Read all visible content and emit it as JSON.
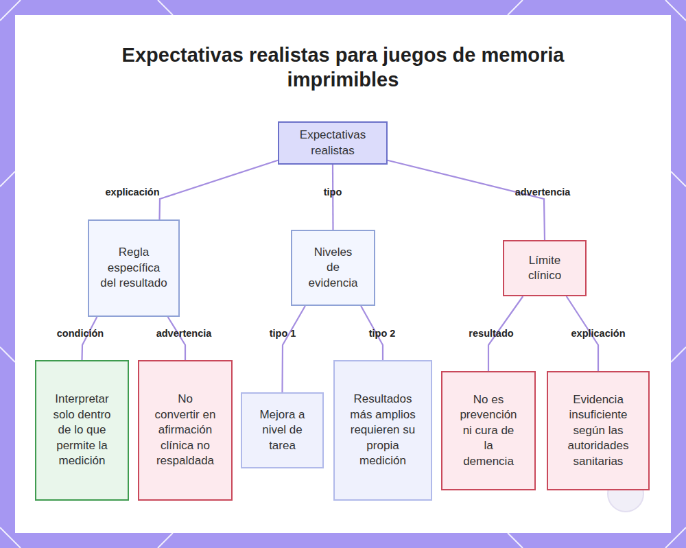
{
  "diagram": {
    "title": "Expectativas realistas para juegos de memoria imprimibles",
    "nodes": [
      {
        "text": [
          "Expectativas realistas"
        ]
      },
      {
        "text": [
          "Regla específica del resultado"
        ]
      },
      {
        "text": [
          "Niveles de evidencia"
        ]
      },
      {
        "text": [
          "Límite clínico"
        ]
      },
      {
        "text": [
          "Interpretar solo dentro de lo que permite la medición"
        ]
      },
      {
        "text": [
          "No convertir en afirmación clínica no respaldada"
        ]
      },
      {
        "text": [
          "Mejora a nivel de tarea"
        ]
      },
      {
        "text": [
          "Resultados más amplios requieren su propia medición"
        ]
      },
      {
        "text": [
          "No es prevención ni cura de la demencia"
        ]
      },
      {
        "text": [
          "Evidencia insuficiente según las autoridades sanitarias"
        ]
      }
    ],
    "edges": [
      {
        "from": 0,
        "to": 1,
        "arrow": "none",
        "label": "explicación"
      },
      {
        "from": 0,
        "to": 2,
        "arrow": "none",
        "label": "tipo"
      },
      {
        "from": 0,
        "to": 3,
        "arrow": "none",
        "label": "advertencia"
      },
      {
        "from": 1,
        "to": 4,
        "arrow": "none",
        "label": "condición"
      },
      {
        "from": 1,
        "to": 5,
        "arrow": "none",
        "label": "advertencia"
      },
      {
        "from": 2,
        "to": 6,
        "arrow": "none",
        "label": "tipo 1"
      },
      {
        "from": 2,
        "to": 7,
        "arrow": "none",
        "label": "tipo 2"
      },
      {
        "from": 3,
        "to": 8,
        "arrow": "none",
        "label": "resultado"
      },
      {
        "from": 3,
        "to": 9,
        "arrow": "none",
        "label": "explicación"
      }
    ]
  }
}
